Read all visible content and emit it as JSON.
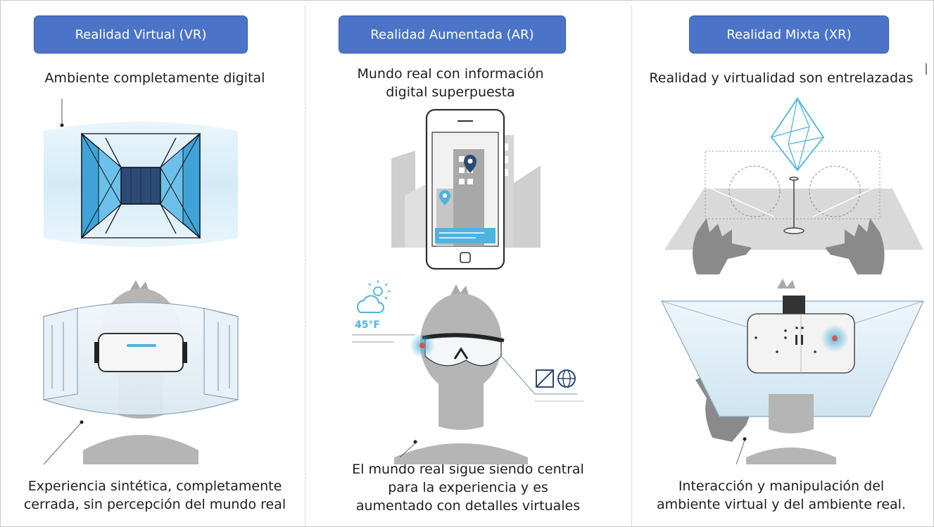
{
  "columns": [
    {
      "title": "Realidad Virtual (VR)",
      "top_text": "Ambiente completamente digital",
      "bottom_text_lines": [
        "Experiencia sintética, completamente",
        "cerrada, sin percepción del mundo real"
      ]
    },
    {
      "title": "Realidad Aumentada (AR)",
      "top_text_lines": [
        "Mundo real con información",
        "digital superpuesta"
      ],
      "weather_temp": "45°F",
      "bottom_text_lines": [
        "El mundo real sigue siendo central",
        "para la experiencia y es",
        "aumentado con detalles virtuales"
      ]
    },
    {
      "title": "Realidad Mixta (XR)",
      "top_text": "Realidad y virtualidad son entrelazadas",
      "bottom_text_lines": [
        "Interacción y manipulación del",
        "ambiente virtual y del ambiente real."
      ]
    }
  ],
  "colors": {
    "header_blue": "#4b74c9",
    "accent_cyan": "#4fb3e0",
    "dark_navy": "#2d4a75",
    "head_gray": "#b3b3b3",
    "pin_red": "#d9534f"
  },
  "icons": [
    "vr-tunnel-icon",
    "vr-headset-icon",
    "smartphone-icon",
    "map-pin-icon",
    "weather-icon",
    "globe-icon",
    "square-icon",
    "ar-glasses-icon",
    "octahedron-icon",
    "hand-icon",
    "mr-headset-icon"
  ]
}
